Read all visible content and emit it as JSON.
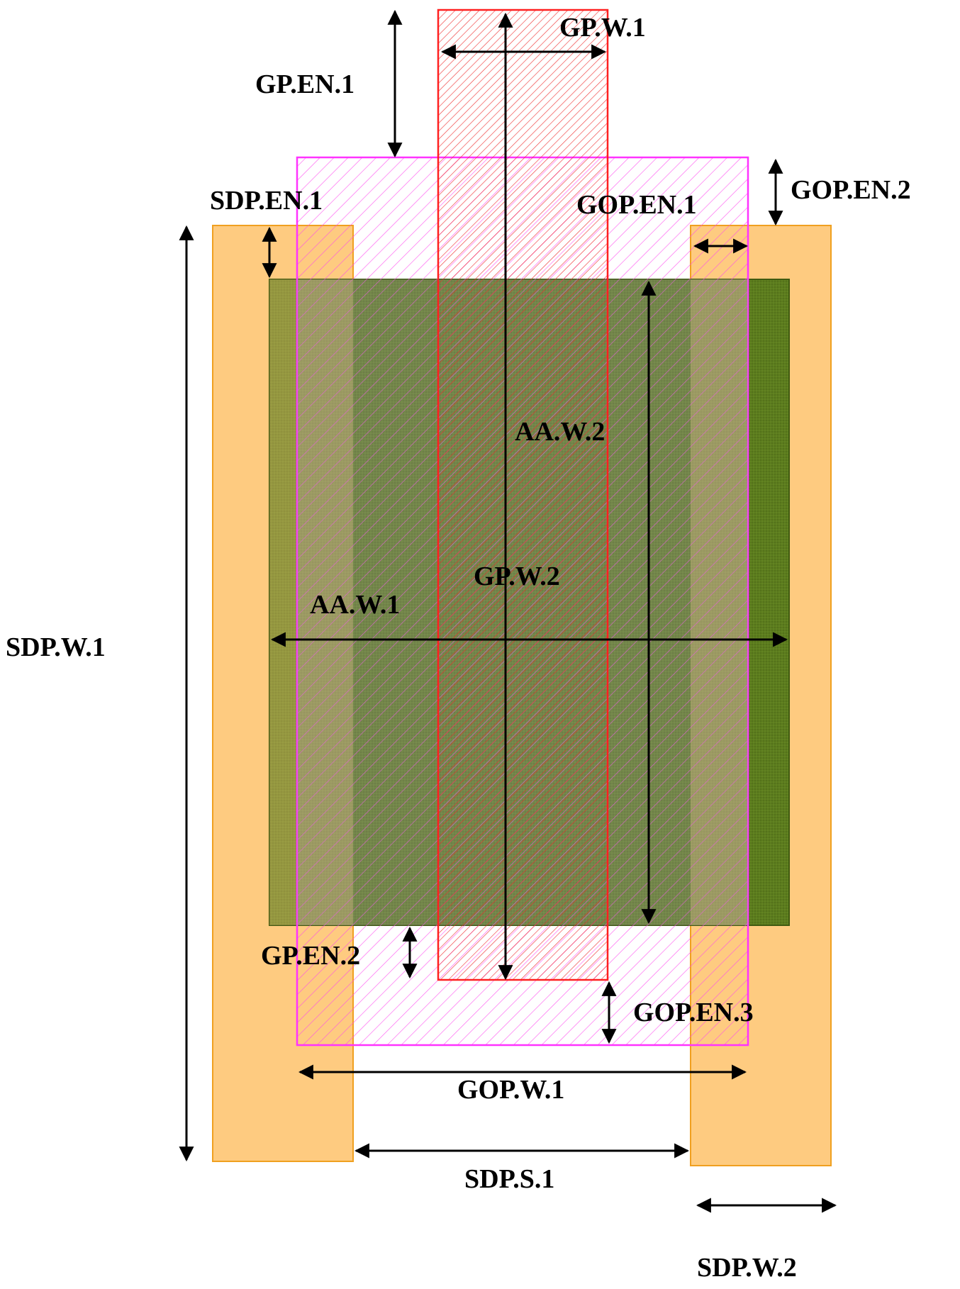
{
  "labels": {
    "gp_w_1": "GP.W.1",
    "gp_en_1": "GP.EN.1",
    "gop_en_2": "GOP.EN.2",
    "sdp_en_1": "SDP.EN.1",
    "gop_en_1": "GOP.EN.1",
    "aa_w_2": "AA.W.2",
    "gp_w_2": "GP.W.2",
    "aa_w_1": "AA.W.1",
    "sdp_w_1": "SDP.W.1",
    "gp_en_2": "GP.EN.2",
    "gop_en_3": "GOP.EN.3",
    "gop_w_1": "GOP.W.1",
    "sdp_s_1": "SDP.S.1",
    "sdp_w_2": "SDP.W.2"
  },
  "colors": {
    "sdp_fill": "#fecb80",
    "sdp_stroke": "#f0a020",
    "aa_fill": "#5a7a1c",
    "aa_stroke": "#3f5a10",
    "gop_stroke": "#ff33ff",
    "gp_stroke": "#ff2020",
    "arrow": "#000000"
  }
}
